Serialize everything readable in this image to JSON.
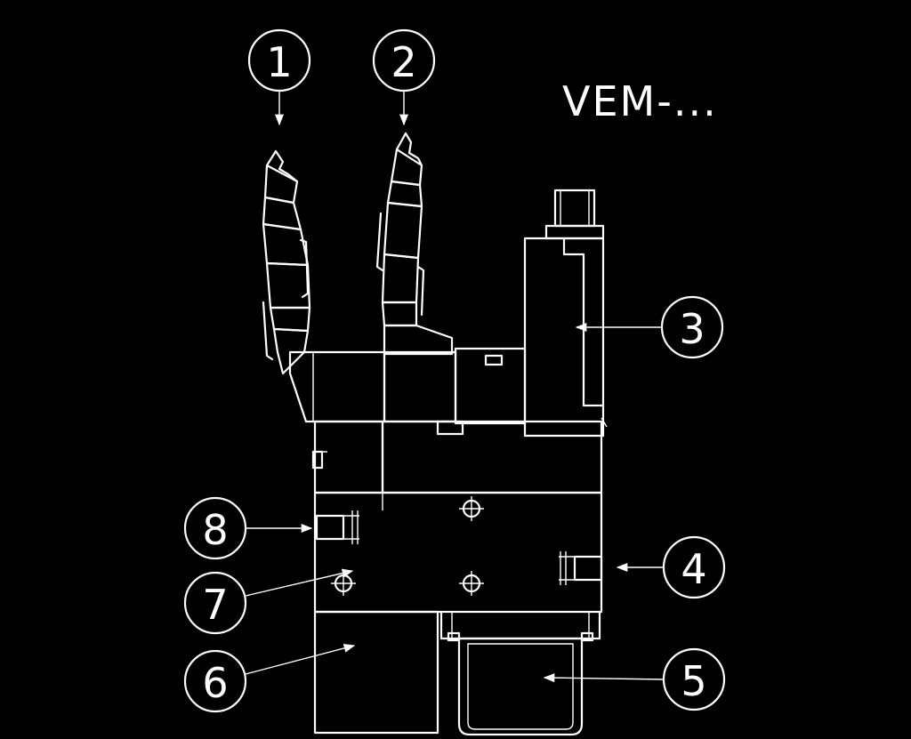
{
  "title": "VEM-...",
  "callouts": [
    {
      "label": "1"
    },
    {
      "label": "2"
    },
    {
      "label": "3"
    },
    {
      "label": "4"
    },
    {
      "label": "5"
    },
    {
      "label": "6"
    },
    {
      "label": "7"
    },
    {
      "label": "8"
    }
  ],
  "colors": {
    "background": "#000000",
    "line": "#ffffff"
  }
}
